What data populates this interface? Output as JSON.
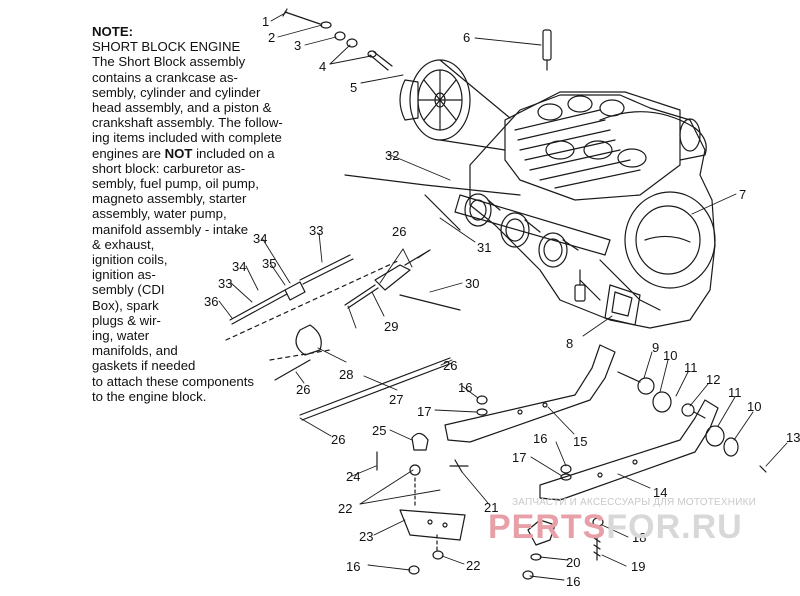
{
  "note": {
    "heading": "NOTE:",
    "lines": [
      "SHORT BLOCK ENGINE",
      "The Short Block assembly",
      "contains a crankcase as-",
      "sembly, cylinder and cylinder",
      "head assembly, and a piston &",
      "crankshaft assembly.  The follow-",
      "ing items included with complete",
      "engines are ",
      "NOT",
      " included on a",
      "short block:  carburetor as-",
      "sembly, fuel pump, oil pump,",
      "magneto assembly, starter",
      "assembly, water pump,",
      "manifold assembly - intake",
      "& exhaust,",
      "ignition coils,",
      "ignition as-",
      "sembly (CDI",
      "Box), spark",
      "plugs & wir-",
      "ing, water",
      "manifolds, and",
      "gaskets if needed",
      "to attach these components",
      "to the engine block."
    ]
  },
  "callouts": [
    "1",
    "2",
    "3",
    "4",
    "5",
    "6",
    "7",
    "8",
    "9",
    "10",
    "11",
    "12",
    "11",
    "10",
    "13",
    "14",
    "15",
    "16",
    "17",
    "16",
    "17",
    "18",
    "19",
    "20",
    "16",
    "16",
    "21",
    "22",
    "22",
    "23",
    "24",
    "25",
    "26",
    "26",
    "26",
    "26",
    "27",
    "28",
    "29",
    "30",
    "31",
    "32",
    "33",
    "33",
    "34",
    "34",
    "35",
    "36"
  ],
  "watermark": {
    "small": "ЗАПЧАСТИ И АКСЕССУАРЫ ДЛЯ МОТОТЕХНИКИ",
    "brand_part1": "PERTS",
    "brand_part2": "FOR.RU"
  },
  "colors": {
    "line": "#1a1a1a",
    "watermark_red": "#e8a0a8",
    "watermark_gray": "#d8d8d8"
  }
}
